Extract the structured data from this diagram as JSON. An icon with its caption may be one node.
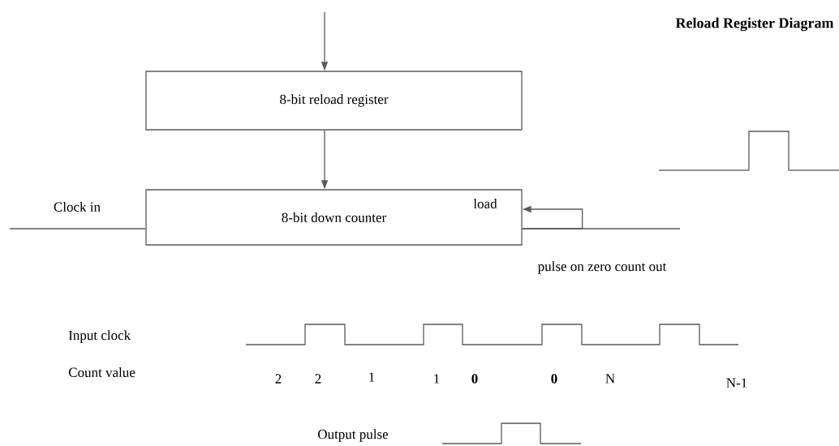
{
  "diagram": {
    "title": "Reload Register Diagram",
    "nodes": [
      {
        "text": [
          "8-bit reload register"
        ]
      },
      {
        "text": [
          "8-bit down counter"
        ]
      }
    ],
    "edges": [
      {
        "from": null,
        "to": 0,
        "arrow": "to"
      },
      {
        "from": 0,
        "to": 1,
        "arrow": "to"
      },
      {
        "from": null,
        "to": 1,
        "arrow": "none",
        "label": "Clock in"
      },
      {
        "from": 1,
        "to": null,
        "arrow": "none",
        "label": "pulse on zero count out"
      },
      {
        "from": 1,
        "to": 1,
        "arrow": "to"
      }
    ],
    "labels": [
      "load",
      "Input clock",
      "Count value",
      "2",
      "2",
      "1",
      "1",
      "0",
      "0",
      "N",
      "N-1",
      "Output pulse"
    ]
  }
}
